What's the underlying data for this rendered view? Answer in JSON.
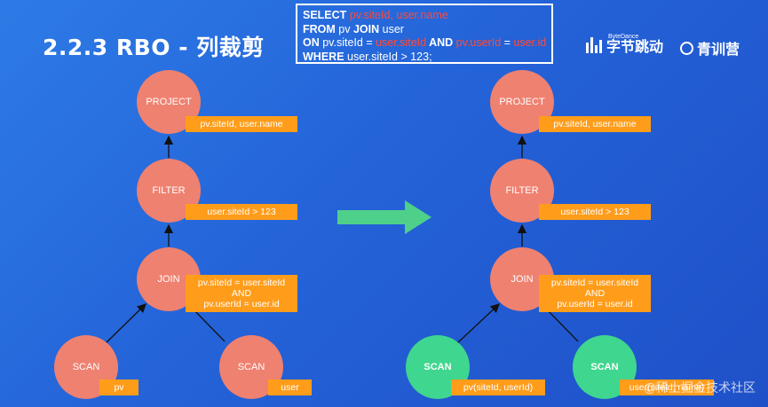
{
  "title": "2.2.3  RBO - 列裁剪",
  "sql": {
    "line1": {
      "kw": "SELECT",
      "hl": "pv.siteId, user.name"
    },
    "line2": {
      "kw1": "FROM",
      "t1": " pv ",
      "kw2": "JOIN",
      "t2": " user"
    },
    "line3": {
      "kw1": "ON",
      "t1": " pv.siteId = ",
      "hl1": "user.siteId",
      "kw2": " AND ",
      "hl2": "pv.userId",
      "t2": " = ",
      "hl3": "user.id"
    },
    "line4": {
      "kw": "WHERE",
      "t": " user.siteId > 123;"
    }
  },
  "brand": {
    "bytedance_small": "ByteDance",
    "bytedance_cn": "字节跳动",
    "qingxun": "青训营"
  },
  "left_plan": {
    "project": {
      "label": "PROJECT",
      "tag": "pv.siteId, user.name"
    },
    "filter": {
      "label": "FILTER",
      "tag": "user.siteId > 123"
    },
    "join": {
      "label": "JOIN",
      "tag1": "pv.siteId = user.siteId",
      "tag2": "AND",
      "tag3": "pv.userId = user.id"
    },
    "scan_pv": {
      "label": "SCAN",
      "tag": "pv"
    },
    "scan_user": {
      "label": "SCAN",
      "tag": "user"
    }
  },
  "right_plan": {
    "project": {
      "label": "PROJECT",
      "tag": "pv.siteId, user.name"
    },
    "filter": {
      "label": "FILTER",
      "tag": "user.siteId > 123"
    },
    "join": {
      "label": "JOIN",
      "tag1": "pv.siteId = user.siteId",
      "tag2": "AND",
      "tag3": "pv.userId = user.id"
    },
    "scan_pv": {
      "label": "SCAN",
      "tag": "pv(siteId, userId)"
    },
    "scan_user": {
      "label": "SCAN",
      "tag": "user(siteId, name)"
    }
  },
  "watermark": "@稀土掘金技术社区",
  "colors": {
    "background": "#2463d8",
    "node": "#ef8170",
    "node_optimized": "#3fd68f",
    "tag": "#ff9d1b",
    "transform_arrow": "#4fd08a",
    "sql_highlight": "#ff4a3a"
  }
}
